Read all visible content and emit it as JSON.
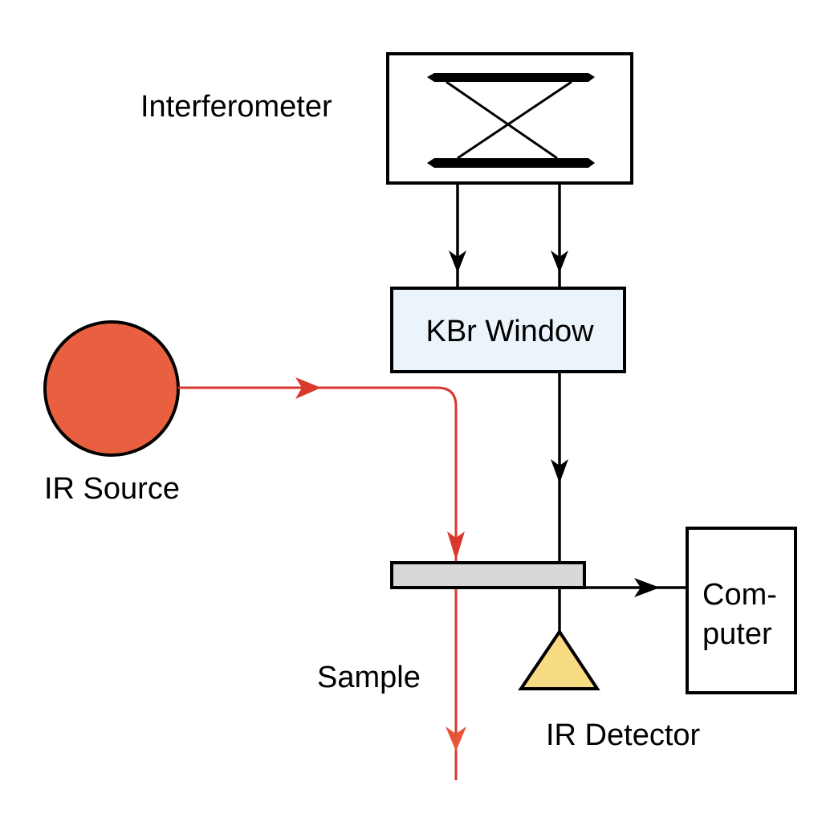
{
  "title": "FTIR spectrometer schematic",
  "labels": {
    "interferometer": "Interferometer",
    "kbr_window": "KBr Window",
    "ir_source": "IR Source",
    "sample": "Sample",
    "ir_detector": "IR Detector",
    "computer_line1": "Com-",
    "computer_line2": "puter"
  },
  "colors": {
    "ir_beam": "#d9382c",
    "ir_source_fill": "#e8603f",
    "kbr_window_fill": "#eaf4fa",
    "sample_fill": "#d8d8d8",
    "detector_fill": "#f7dc84",
    "line": "#000000"
  },
  "connections": [
    {
      "from": "interferometer",
      "to": "kbr_window",
      "count": 2
    },
    {
      "from": "kbr_window",
      "to": "sample"
    },
    {
      "from": "ir_source",
      "to": "sample",
      "beam": "ir"
    },
    {
      "from": "sample",
      "to": "computer"
    },
    {
      "from": "sample",
      "to": "ir_detector"
    },
    {
      "from": "sample",
      "to": "out",
      "beam": "ir"
    }
  ]
}
